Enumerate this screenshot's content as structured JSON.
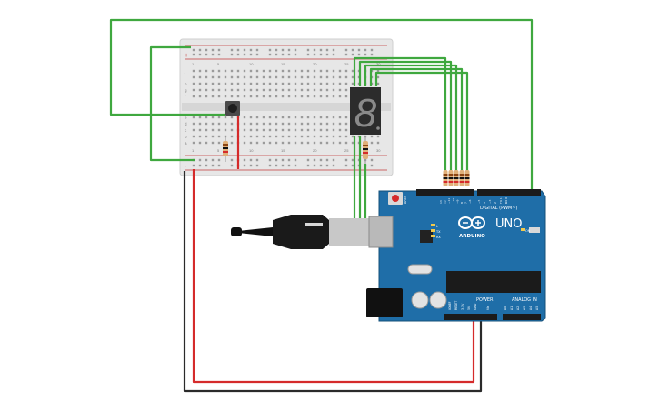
{
  "breadboard": {
    "row_letters_top": [
      "j",
      "i",
      "h",
      "g",
      "f"
    ],
    "row_letters_bottom": [
      "e",
      "d",
      "c",
      "b",
      "a"
    ],
    "rail_plus": "+",
    "rail_minus": "-",
    "column_numbers": [
      "1",
      "5",
      "10",
      "15",
      "20",
      "25",
      "30"
    ]
  },
  "seven_segment": {
    "digit": "8"
  },
  "arduino": {
    "brand": "ARDUINO",
    "model": "UNO",
    "digital_label": "DIGITAL (PWM~)",
    "power_label": "POWER",
    "analog_label": "ANALOG IN",
    "aref": "AREF",
    "gnd": "GND",
    "tx": "TX",
    "rx": "RX",
    "l": "L",
    "on": "ON",
    "reset": "RESET",
    "ioref": "IOREF",
    "v33": "3.3V",
    "v5": "5V",
    "vin": "Vin",
    "analog_pins": [
      "A0",
      "A1",
      "A2",
      "A3",
      "A4",
      "A5"
    ],
    "digital_pins": [
      "13",
      "12",
      "~11",
      "~10",
      "~9",
      "8",
      "7",
      "~6",
      "~5",
      "4",
      "~3",
      "2",
      "TX 1",
      "RX 0"
    ]
  },
  "colors": {
    "wire_green": "#3fa83f",
    "wire_red": "#d52b2b",
    "wire_black": "#2a2a2a",
    "board_blue": "#1f6ea8",
    "breadboard": "#e6e6e6"
  }
}
